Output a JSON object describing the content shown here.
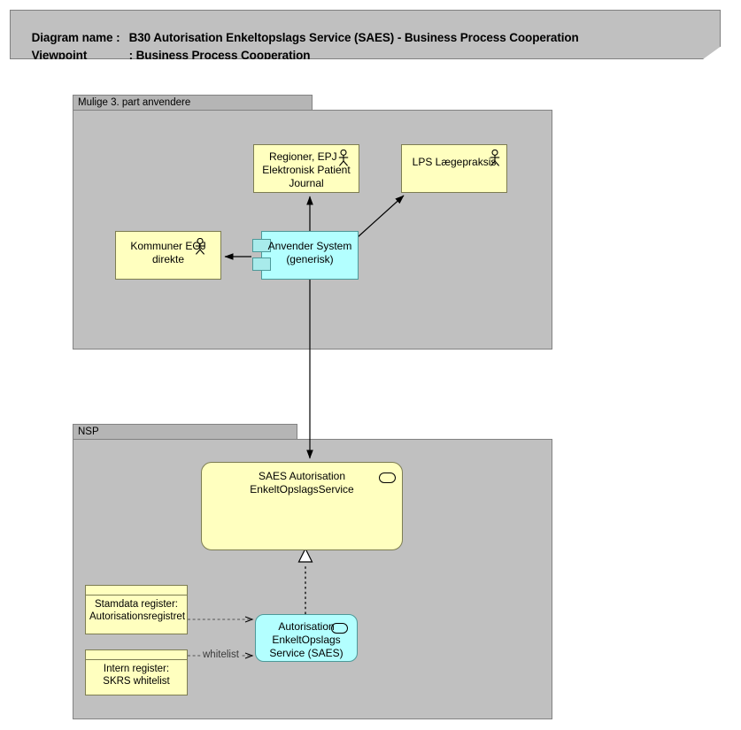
{
  "header": {
    "diagram_name_key": "Diagram name :",
    "diagram_name_value": "B30 Autorisation Enkeltopslags Service (SAES) - Business Process Cooperation",
    "viewpoint_key": "Viewpoint",
    "viewpoint_sep": ": Business Process Cooperation"
  },
  "groups": [
    {
      "id": "third-party",
      "label": "Mulige 3. part anvendere"
    },
    {
      "id": "nsp",
      "label": "NSP"
    }
  ],
  "nodes": {
    "regioner": {
      "label": "Regioner, EPJ - Elektronisk Patient Journal",
      "icon": "actor-icon",
      "fill": "#FFFFBF"
    },
    "lps": {
      "label": "LPS Lægepraksis",
      "icon": "actor-icon",
      "fill": "#FFFFBF"
    },
    "kommuner": {
      "label": "Kommuner EOJ direkte",
      "icon": "actor-icon",
      "fill": "#FFFFBF"
    },
    "anvender": {
      "label": "Anvender System (generisk)",
      "icon": "component-icon",
      "fill": "#B3FFFF"
    },
    "saes_service": {
      "label": "SAES Autorisation EnkeltOpslagsService",
      "icon": "service-oval-icon",
      "fill": "#FFFFBF"
    },
    "stamdata": {
      "label": "Stamdata register: Autorisationsregistret",
      "icon": "register-icon",
      "fill": "#FFFFBF"
    },
    "intern": {
      "label": "Intern register: SKRS whitelist",
      "icon": "register-icon",
      "fill": "#FFFFBF"
    },
    "saes_comp": {
      "label": "Autorisation EnkeltOpslags Service (SAES)",
      "icon": "service-oval-icon",
      "fill": "#B3FFFF"
    }
  },
  "edges": [
    {
      "from": "anvender",
      "to": "regioner",
      "style": "solid",
      "arrow": "filled",
      "label": ""
    },
    {
      "from": "anvender",
      "to": "lps",
      "style": "solid",
      "arrow": "filled",
      "label": ""
    },
    {
      "from": "anvender",
      "to": "kommuner",
      "style": "solid",
      "arrow": "filled",
      "label": ""
    },
    {
      "from": "anvender",
      "to": "saes_service",
      "style": "solid",
      "arrow": "filled",
      "label": ""
    },
    {
      "from": "saes_comp",
      "to": "saes_service",
      "style": "dotted",
      "arrow": "hollow-triangle",
      "label": ""
    },
    {
      "from": "stamdata",
      "to": "saes_comp",
      "style": "dashed",
      "arrow": "open",
      "label": ""
    },
    {
      "from": "intern",
      "to": "saes_comp",
      "style": "dashed",
      "arrow": "open",
      "label": "whitelist"
    }
  ],
  "edge_labels": {
    "whitelist": "whitelist"
  },
  "colors": {
    "banner_gray": "#C0C0C0",
    "group_gray": "#C0C0C0",
    "group_tab_gray": "#B5B5B5",
    "yellow": "#FFFFBF",
    "cyan": "#B3FFFF",
    "line": "#000000"
  }
}
